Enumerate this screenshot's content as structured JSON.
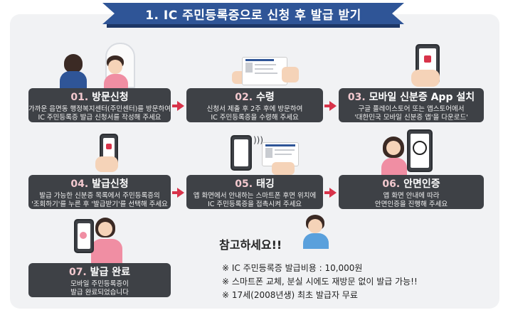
{
  "header": {
    "title": "1. IC 주민등록증으로 신청 후 발급 받기"
  },
  "steps": [
    {
      "num": "01.",
      "title": "방문신청",
      "desc1": "가까운 읍면동 행정복지센터(주민센터)를 방문하여",
      "desc2": "IC 주민등록증 발급 신청서를 작성해 주세요"
    },
    {
      "num": "02.",
      "title": "수령",
      "desc1": "신청서 제출 후 2주 후에 방문하여",
      "desc2": "IC 주민등록증을 수령해 주세요"
    },
    {
      "num": "03.",
      "title": "모바일 신분증 App 설치",
      "desc1": "구글 플레이스토어 또는 앱스토어에서",
      "desc2": "'대한민국 모바일 신분증 앱'을 다운로드'"
    },
    {
      "num": "04.",
      "title": "발급신청",
      "desc1": "발급 가능한 신분증 목록에서 주민등록증의",
      "desc2": "'조회하기'를 누른 후 '발급받기'를 선택해 주세요"
    },
    {
      "num": "05.",
      "title": "태깅",
      "desc1": "앱 화면에서 안내하는 스마트폰 후면 위치에",
      "desc2": "IC 주민등록증을 접촉시켜 주세요"
    },
    {
      "num": "06.",
      "title": "안면인증",
      "desc1": "앱 화면 안내에 따라",
      "desc2": "안면인증을 진행해 주세요"
    },
    {
      "num": "07.",
      "title": "발급 완료",
      "desc1": "모바일 주민등록증이",
      "desc2": "발급 완료되었습니다"
    }
  ],
  "reference": {
    "title": "참고하세요!!",
    "items": [
      "※ IC 주민등록증 발급비용 : 10,000원",
      "※ 스마트폰 교체, 분실 시에도 재방문 없이 발급 가능!!",
      "※ 17세(2008년생) 최초 발급자 무료"
    ]
  },
  "colors": {
    "banner": "#2f5597",
    "step_box": "#3e4146",
    "step_number": "#f3c9cf",
    "arrow": "#d8334a",
    "background": "#f1f2f4"
  },
  "icons": [
    "arrow-right-icon",
    "smartphone-icon",
    "id-card-icon",
    "person-icon",
    "face-scan-icon",
    "nfc-icon"
  ]
}
